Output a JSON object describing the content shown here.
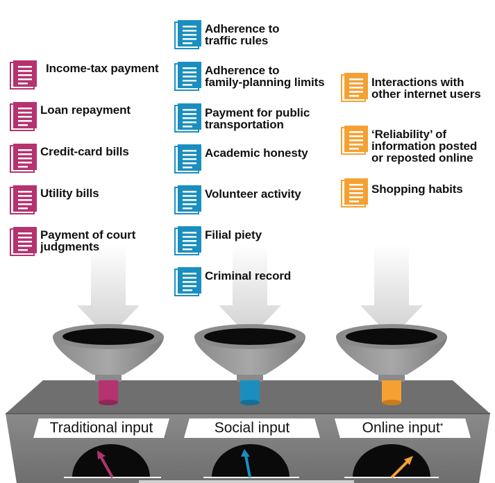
{
  "colors": {
    "traditional": "#b5336e",
    "social": "#1a8fbf",
    "online": "#f5a033",
    "machine": "#7a7a7a",
    "machine_dark": "#555555"
  },
  "traditional": {
    "items": [
      {
        "label": "Income-tax payment"
      },
      {
        "label": "Loan repayment"
      },
      {
        "label": "Credit-card bills"
      },
      {
        "label": "Utility bills"
      },
      {
        "label": "Payment of court\njudgments"
      }
    ],
    "panel_label": "Traditional input"
  },
  "social": {
    "items": [
      {
        "label": "Adherence to\ntraffic rules"
      },
      {
        "label": "Adherence to\nfamily-planning limits"
      },
      {
        "label": "Payment for public\ntransportation"
      },
      {
        "label": "Academic honesty"
      },
      {
        "label": "Volunteer activity"
      },
      {
        "label": "Filial piety"
      },
      {
        "label": "Criminal record"
      }
    ],
    "panel_label": "Social input"
  },
  "online": {
    "items": [
      {
        "label": "Interactions with\nother internet users"
      },
      {
        "label": "‘Reliability’ of\ninformation posted\nor reposted online"
      },
      {
        "label": "Shopping habits"
      }
    ],
    "panel_label": "Online input",
    "footnote_mark": "*"
  },
  "icons": {
    "document": "document-icon",
    "arrow": "down-arrow-icon",
    "funnel": "funnel-icon",
    "gauge": "gauge-icon"
  }
}
